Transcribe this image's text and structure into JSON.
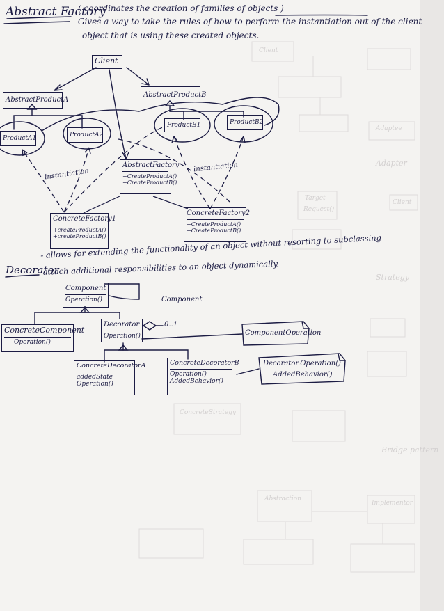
{
  "abstract_factory": {
    "heading": "Abstract Factory",
    "subheading": "( coordinates the creation of families of objects )",
    "desc_line1": "- Gives a way to take the rules of how to perform the instantiation out of the client",
    "desc_line2": "object that is using these created objects.",
    "client": "Client",
    "abstract_product_a": "AbstractProductA",
    "abstract_product_b": "AbstractProductB",
    "product_a1": "ProductA1",
    "product_a2": "ProductA2",
    "product_b1": "ProductB1",
    "product_b2": "ProductB2",
    "abstract_factory_box": {
      "name": "AbstractFactory",
      "ops": [
        "+CreateProductA()",
        "+CreateProductB()"
      ]
    },
    "instantiation_left": "instantiation",
    "instantiation_right": "instantiation",
    "concrete_factory_1": {
      "name": "ConcreteFactory1",
      "ops": [
        "+createProductA()",
        "+createProductB()"
      ]
    },
    "concrete_factory_2": {
      "name": "ConcreteFactory2",
      "ops": [
        "+CreateProductA()",
        "+CreateProductB()"
      ]
    }
  },
  "decorator": {
    "heading": "Decorator",
    "subheading": "- allows for extending the functionality of an object without resorting to subclassing",
    "desc_line2": "- attach additional responsibilities to an object dynamically.",
    "component": {
      "name": "Component",
      "op": "Operation()"
    },
    "component_label": "Component",
    "multiplicity": "0..1",
    "concrete_component": {
      "name": "ConcreteComponent",
      "op": "Operation()"
    },
    "decorator_box": {
      "name": "Decorator",
      "op": "Operation()"
    },
    "note_component_operation": "ComponentOperation",
    "concrete_decorator_a": {
      "name": "ConcreteDecoratorA",
      "ops": [
        "addedState",
        "Operation()"
      ]
    },
    "concrete_decorator_b": {
      "name": "ConcreteDecoratorB",
      "ops": [
        "Operation()",
        "AddedBehavior()"
      ]
    },
    "note_decorator_operation": {
      "line1": "Decorator.Operation()",
      "line2": "AddedBehavior()"
    }
  },
  "bleed_through": {
    "adapter_heading": "Adapter",
    "strategy_heading": "Strategy",
    "bridge_heading": "Bridge pattern",
    "client_a": "Client",
    "client_b": "Client",
    "target": "Target",
    "request": "Request()",
    "adaptee": "Adaptee",
    "concrete_strategy": "ConcreteStrategy",
    "abstraction": "Abstraction",
    "implementor": "Implementor"
  }
}
